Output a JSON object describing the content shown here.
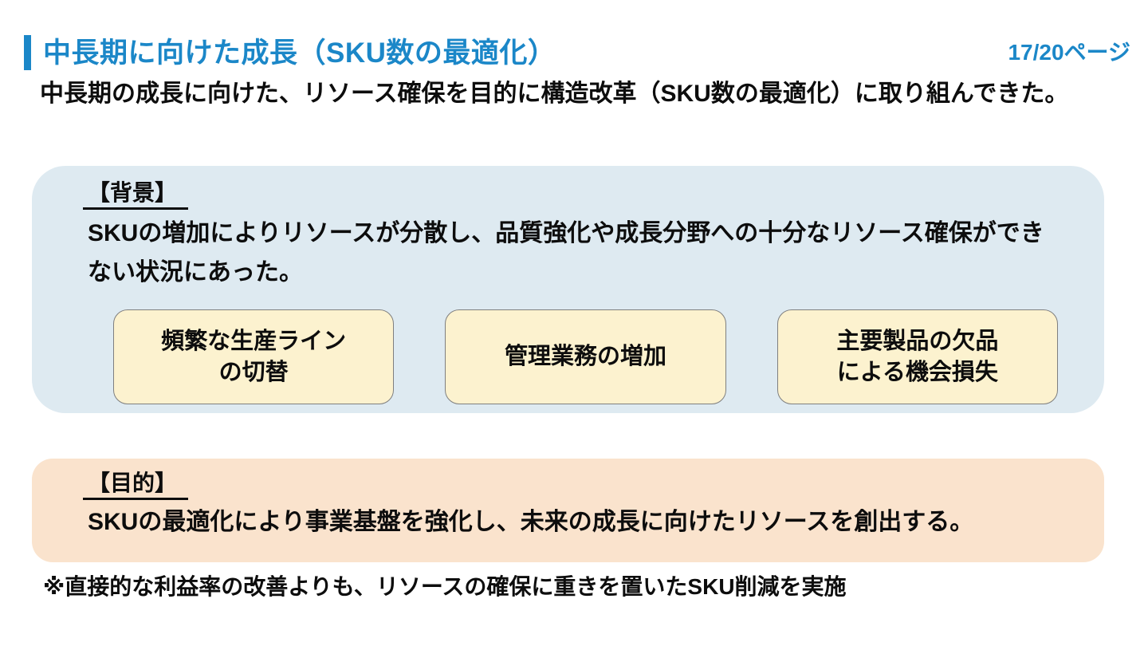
{
  "slide": {
    "accent_color": "#1b87c8",
    "title": "中長期に向けた成長（SKU数の最適化）",
    "page_indicator": "17/20ページ",
    "lead": "中長期の成長に向けた、リソース確保を目的に構造改革（SKU数の最適化）に取り組んできた。",
    "background_section": {
      "fill_color": "#deeaf1",
      "heading": "【背景】",
      "body": "SKUの増加によりリソースが分散し、品質強化や成長分野への十分なリソース確保ができない状況にあった。",
      "factor_fill_color": "#fcf2cf",
      "factor_border_color": "#7f7f7f",
      "factors": [
        {
          "label": "頻繁な生産ライン\nの切替"
        },
        {
          "label": "管理業務の増加"
        },
        {
          "label": "主要製品の欠品\nによる機会損失"
        }
      ]
    },
    "purpose_section": {
      "fill_color": "#fae3cd",
      "heading": "【目的】",
      "body": "SKUの最適化により事業基盤を強化し、未来の成長に向けたリソースを創出する。"
    },
    "footnote": "※直接的な利益率の改善よりも、リソースの確保に重きを置いたSKU削減を実施"
  }
}
